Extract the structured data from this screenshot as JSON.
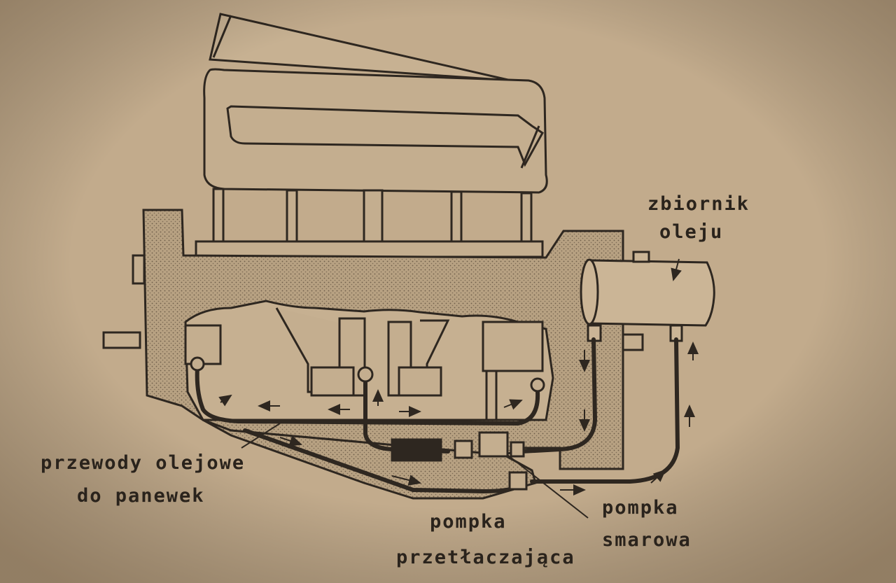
{
  "labels": {
    "oil_tank": {
      "line1": "zbiornik",
      "line2": "oleju"
    },
    "oil_lines": {
      "line1": "przewody olejowe",
      "line2": "do panewek"
    },
    "transfer_pump": {
      "line1": "pompka",
      "line2": "przetłaczająca"
    },
    "lubrication_pump": {
      "line1": "pompka",
      "line2": "smarowa"
    }
  },
  "colors": {
    "paper": "#c2ab8c",
    "ink": "#2e2720",
    "stipple": "#b9a283"
  }
}
